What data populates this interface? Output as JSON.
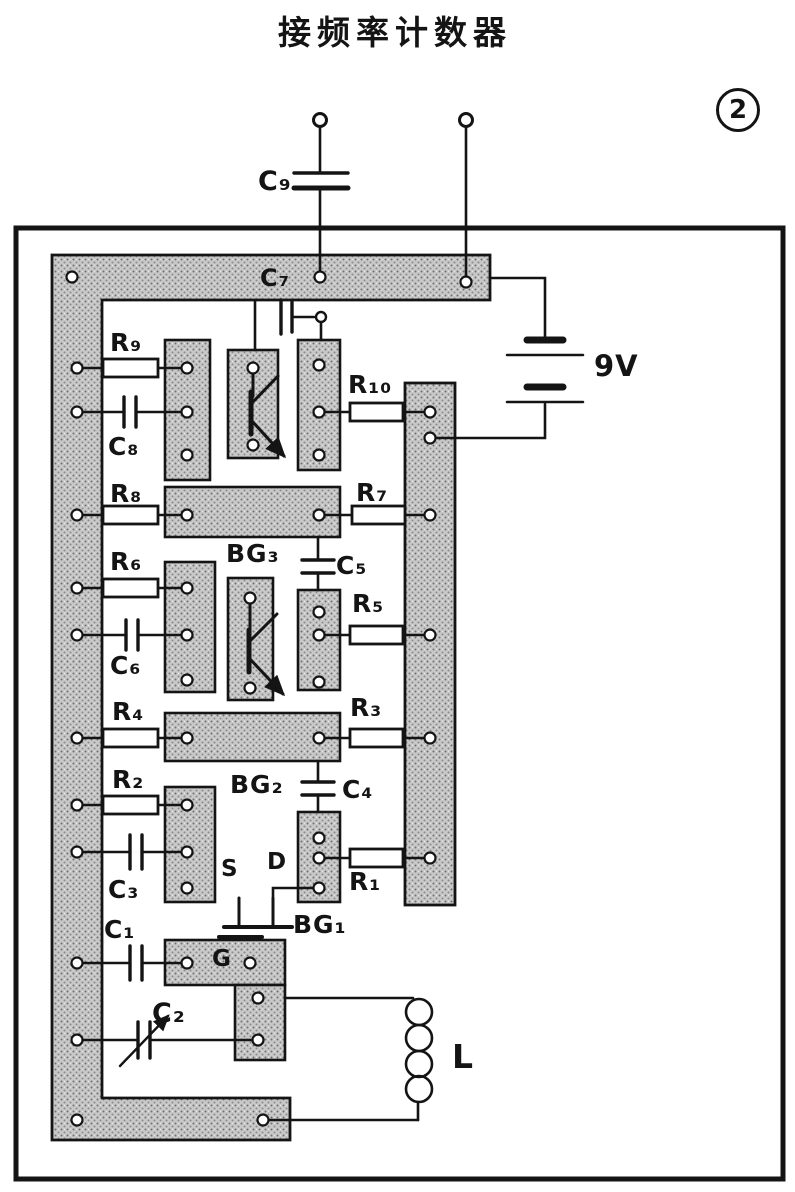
{
  "title": "接频率计数器",
  "figure_number": "2",
  "supply": {
    "voltage_label": "9V"
  },
  "labels": {
    "c9": "C₉",
    "c7": "C₇",
    "c8": "C₈",
    "c6": "C₆",
    "c5": "C₅",
    "c4": "C₄",
    "c3": "C₃",
    "c2": "C₂",
    "c1": "C₁",
    "r9": "R₉",
    "r10": "R₁₀",
    "r8": "R₈",
    "r7": "R₇",
    "r6": "R₆",
    "r5": "R₅",
    "r4": "R₄",
    "r3": "R₃",
    "r2": "R₂",
    "r1": "R₁",
    "bg3": "BG₃",
    "bg2": "BG₂",
    "bg1": "BG₁",
    "s": "S",
    "d": "D",
    "g": "G",
    "l": "L"
  },
  "colors": {
    "ink": "#141414",
    "trace_fill": "#c8c8c8",
    "paper": "#ffffff"
  },
  "components": [
    {
      "ref": "C₉",
      "kind": "capacitor"
    },
    {
      "ref": "C₇",
      "kind": "capacitor"
    },
    {
      "ref": "C₈",
      "kind": "capacitor"
    },
    {
      "ref": "C₆",
      "kind": "capacitor"
    },
    {
      "ref": "C₅",
      "kind": "capacitor"
    },
    {
      "ref": "C₄",
      "kind": "capacitor"
    },
    {
      "ref": "C₃",
      "kind": "capacitor"
    },
    {
      "ref": "C₂",
      "kind": "variable-capacitor"
    },
    {
      "ref": "C₁",
      "kind": "capacitor"
    },
    {
      "ref": "R₁",
      "kind": "resistor"
    },
    {
      "ref": "R₂",
      "kind": "resistor"
    },
    {
      "ref": "R₃",
      "kind": "resistor"
    },
    {
      "ref": "R₄",
      "kind": "resistor"
    },
    {
      "ref": "R₅",
      "kind": "resistor"
    },
    {
      "ref": "R₆",
      "kind": "resistor"
    },
    {
      "ref": "R₇",
      "kind": "resistor"
    },
    {
      "ref": "R₈",
      "kind": "resistor"
    },
    {
      "ref": "R₉",
      "kind": "resistor"
    },
    {
      "ref": "R₁₀",
      "kind": "resistor"
    },
    {
      "ref": "BG₁",
      "kind": "transistor",
      "terminals": [
        "S",
        "D",
        "G"
      ]
    },
    {
      "ref": "BG₂",
      "kind": "transistor"
    },
    {
      "ref": "BG₃",
      "kind": "transistor"
    },
    {
      "ref": "L",
      "kind": "inductor"
    },
    {
      "ref": "9V",
      "kind": "battery"
    }
  ]
}
